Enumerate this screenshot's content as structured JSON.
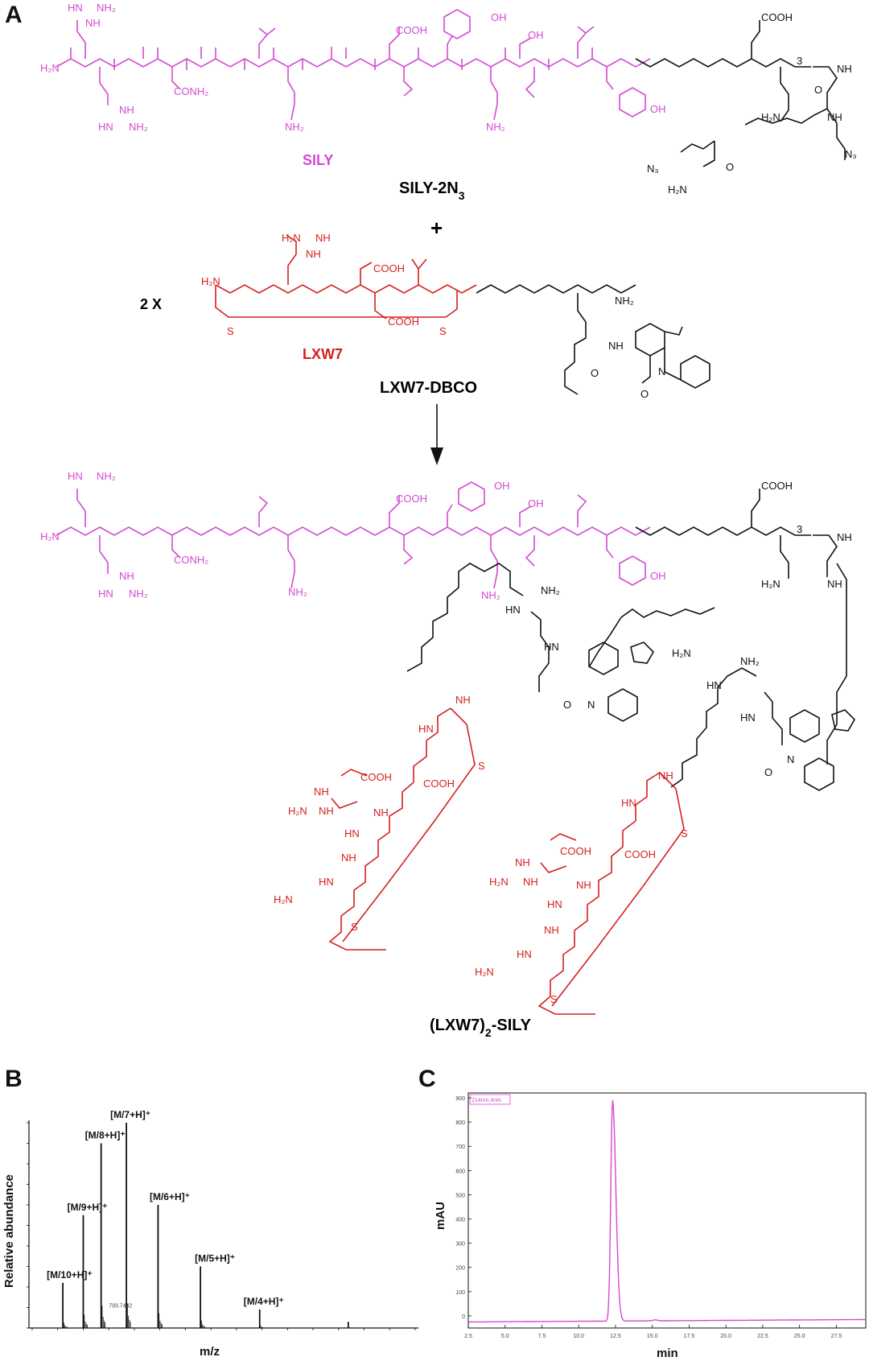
{
  "panels": {
    "a": "A",
    "b": "B",
    "c": "C"
  },
  "scheme": {
    "label_sily": "SILY",
    "label_sily2n3": "SILY-2N",
    "label_sily2n3_sub": "3",
    "plus": "+",
    "multiplier": "2 X",
    "label_lxw7": "LXW7",
    "label_lxw7dbco": "LXW7-DBCO",
    "product_prefix": "(LXW7)",
    "product_sub": "2",
    "product_suffix": "-SILY",
    "atoms": {
      "h2n": "H₂N",
      "nh2": "NH₂",
      "hn": "HN",
      "nh": "NH",
      "n": "N",
      "o": "O",
      "s": "S",
      "oh": "OH",
      "cooh": "COOH",
      "conh2": "CONH₂",
      "n3": "N₃",
      "three": "3",
      "n_ring": "N",
      "h": "H"
    },
    "colors": {
      "sily": "#d24ad2",
      "lxw7": "#d42020",
      "linker": "#111111"
    }
  },
  "chart_data": [
    {
      "panel": "B",
      "type": "bar",
      "xlabel": "m/z",
      "ylabel": "Relative abundance",
      "xlim": [
        500,
        2000
      ],
      "ylim": [
        0,
        100
      ],
      "x": [
        620,
        700,
        770,
        869,
        993,
        1159,
        1391,
        1738
      ],
      "values": [
        22,
        55,
        90,
        100,
        60,
        30,
        9,
        3
      ],
      "annotations": [
        "[M/10+H]⁺",
        "[M/9+H]⁺",
        "[M/8+H]⁺",
        "[M/7+H]⁺",
        "[M/6+H]⁺",
        "[M/5+H]⁺",
        "[M/4+H]⁺"
      ],
      "annotation_x": [
        620,
        700,
        770,
        869,
        1023,
        1200,
        1391
      ],
      "small_label": "793.7442",
      "color": "#111111"
    },
    {
      "panel": "C",
      "type": "line",
      "xlabel": "min",
      "ylabel": "mAU",
      "legend_label": "214nm,4nm",
      "xlim": [
        2.5,
        29.5
      ],
      "ylim": [
        -50,
        920
      ],
      "xticks": [
        2.5,
        5.0,
        7.5,
        10.0,
        12.5,
        15.0,
        17.5,
        20.0,
        22.5,
        25.0,
        27.5
      ],
      "yticks": [
        0,
        100,
        200,
        300,
        400,
        500,
        600,
        700,
        800,
        900
      ],
      "peak_x": 12.3,
      "peak_y": 888,
      "baseline": -25,
      "color": "#d24ad2"
    }
  ]
}
